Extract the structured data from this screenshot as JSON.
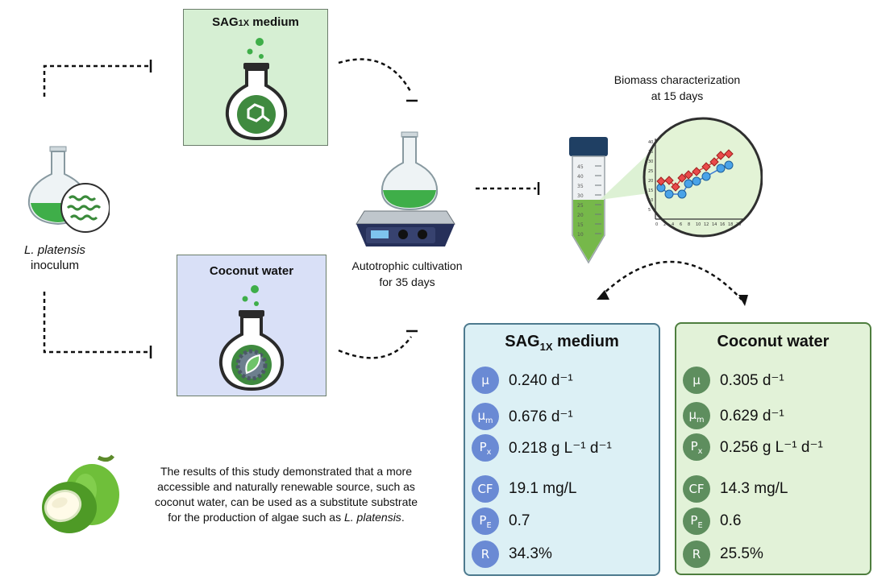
{
  "inoculum": {
    "line1": "L. platensis",
    "line2": "inoculum"
  },
  "sag_box": {
    "title_main": "SAG",
    "title_sub": "1X",
    "title_rest": " medium"
  },
  "coconut_box": {
    "title": "Coconut water"
  },
  "cultivation": {
    "line1": "Autotrophic cultivation",
    "line2": "for 35 days"
  },
  "biomass": {
    "line1": "Biomass characterization",
    "line2": "at 15 days"
  },
  "tube_labels": [
    "45",
    "40",
    "35",
    "30",
    "25",
    "20",
    "15",
    "10"
  ],
  "mini_chart": {
    "x_ticks": [
      "0",
      "2",
      "4",
      "6",
      "8",
      "10",
      "12",
      "14",
      "16",
      "18",
      "20"
    ],
    "y_ticks": [
      "40",
      "35",
      "30",
      "25",
      "20",
      "15",
      "10",
      "5"
    ]
  },
  "results": {
    "sag": {
      "title_main": "SAG",
      "title_sub": "1X",
      "title_rest": " medium",
      "metrics": [
        {
          "symbol": "μ",
          "value": "0.240 d⁻¹"
        },
        {
          "symbol": "μm",
          "value": "0.676 d⁻¹"
        },
        {
          "symbol": "Px",
          "value": "0.218 g L⁻¹ d⁻¹"
        },
        {
          "symbol": "CF",
          "value": "19.1 mg/L"
        },
        {
          "symbol": "PE",
          "value": "0.7"
        },
        {
          "symbol": "R",
          "value": "34.3%"
        }
      ]
    },
    "coconut": {
      "title": "Coconut water",
      "metrics": [
        {
          "symbol": "μ",
          "value": "0.305 d⁻¹"
        },
        {
          "symbol": "μm",
          "value": "0.629 d⁻¹"
        },
        {
          "symbol": "Px",
          "value": "0.256 g L⁻¹ d⁻¹"
        },
        {
          "symbol": "CF",
          "value": "14.3 mg/L"
        },
        {
          "symbol": "PE",
          "value": "0.6"
        },
        {
          "symbol": "R",
          "value": "25.5%"
        }
      ]
    }
  },
  "conclusion": {
    "line1": "The results of this study demonstrated that a more",
    "line2": "accessible and naturally renewable source, such as",
    "line3": "coconut water, can be used as a substitute substrate",
    "line4_pre": "for the production of algae such as ",
    "line4_italic": "L. platensis",
    "line4_post": "."
  },
  "colors": {
    "sag_box_fill": "#d6efd3",
    "coconut_box_fill": "#d9e0f7",
    "sag_result_fill": "#dcf0f5",
    "sag_result_border": "#4d7a8e",
    "coconut_result_fill": "#e2f2d8",
    "coconut_result_border": "#4e7e3e",
    "culture_green": "#3fae49"
  }
}
